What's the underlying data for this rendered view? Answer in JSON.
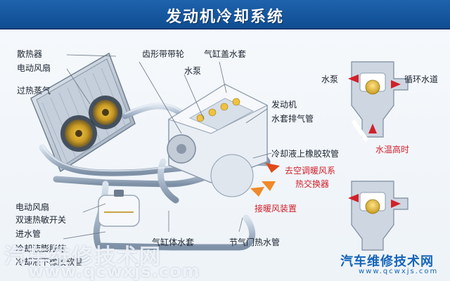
{
  "title": "发动机冷却系统",
  "labels": {
    "radiator": "散热器",
    "electric_fan": "电动风扇",
    "overheat_steam": "过热蒸气",
    "timing_pulley": "齿形带带轮",
    "cylinder_head_jacket": "气缸盖水套",
    "water_pump": "水泵",
    "engine_jacket_vent_1": "发动机",
    "engine_jacket_vent_2": "水套排气管",
    "coolant_upper_hose": "冷却液上橡胶软管",
    "heater_exchanger_1": "去空调暖风系",
    "heater_exchanger_2": "热交换器",
    "from_heater": "接暖风装置",
    "fan_switch_1": "电动风扇",
    "fan_switch_2": "双速热敏开关",
    "inlet_pipe": "进水管",
    "expansion_tank": "冷却液膨胀箱",
    "lower_hose": "冷却液下橡胶软管",
    "cylinder_block_jacket": "气缸体水套",
    "throttle_hot_pipe": "节气门热水管",
    "inset_pump": "水泵",
    "inset_circulation": "循环水道",
    "inset_high_temp": "水温高时"
  },
  "watermarks": {
    "left_text": "汽车维修技术网",
    "left_url": "www.qcwxjs.com",
    "right_text": "汽车维修技术网",
    "right_url": "www.qcwxjs.com"
  },
  "colors": {
    "banner": "#1565b8",
    "label_text": "#1c2430",
    "red_label": "#d1202a",
    "pipe": "#9fb0c4",
    "flow_arrow": "#e04a1a"
  }
}
